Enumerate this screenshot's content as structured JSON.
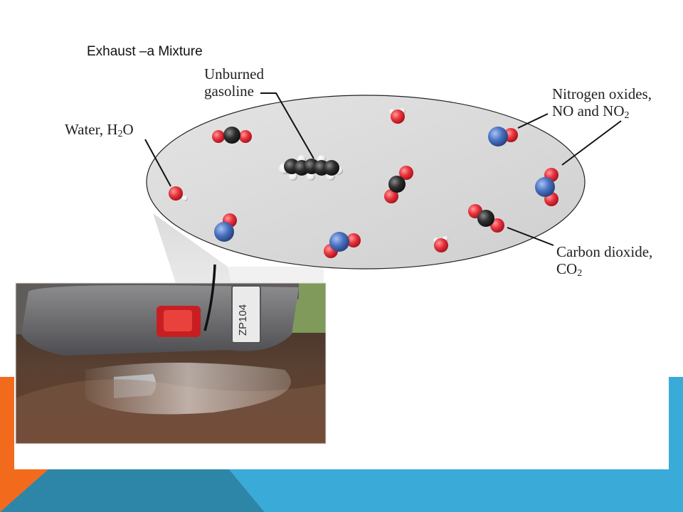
{
  "slide": {
    "title": "Exhaust –a Mixture",
    "colors": {
      "orange_accent": "#f26b1d",
      "blue_accent": "#3aaad8",
      "dark_blue_accent": "#2d86a8",
      "ellipse_fill": "#d9d9d9",
      "oxygen": "#e8323c",
      "nitrogen": "#4a72c2",
      "carbon": "#2e2e2e",
      "hydrogen": "#f2f2f2"
    }
  },
  "labels": {
    "gasoline_line1": "Unburned",
    "gasoline_line2": "gasoline",
    "water_text": "Water, H",
    "water_sub": "2",
    "water_tail": "O",
    "nox_line1": "Nitrogen oxides,",
    "nox_line2_text": "NO and NO",
    "nox_line2_sub": "2",
    "co2_line1": "Carbon dioxide,",
    "co2_line2_text": "CO",
    "co2_line2_sub": "2"
  },
  "photo": {
    "license_plate": "ZP104"
  }
}
